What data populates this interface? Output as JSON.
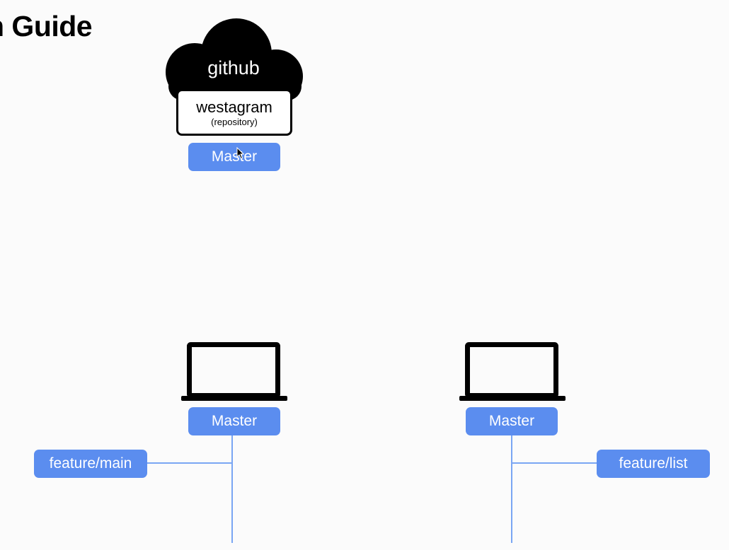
{
  "title": "n Guide",
  "cloud": {
    "label": "github",
    "repo_name": "westagram",
    "repo_sub": "(repository)"
  },
  "remote_branch": "Master",
  "left_machine": {
    "branch": "Master",
    "feature": "feature/main"
  },
  "right_machine": {
    "branch": "Master",
    "feature": "feature/list"
  },
  "colors": {
    "pill": "#5b8def",
    "line": "#7aa6f3",
    "ink": "#000000",
    "background": "#fbfbfb"
  },
  "icons": [
    "cloud-icon",
    "laptop-icon",
    "cursor-icon"
  ]
}
